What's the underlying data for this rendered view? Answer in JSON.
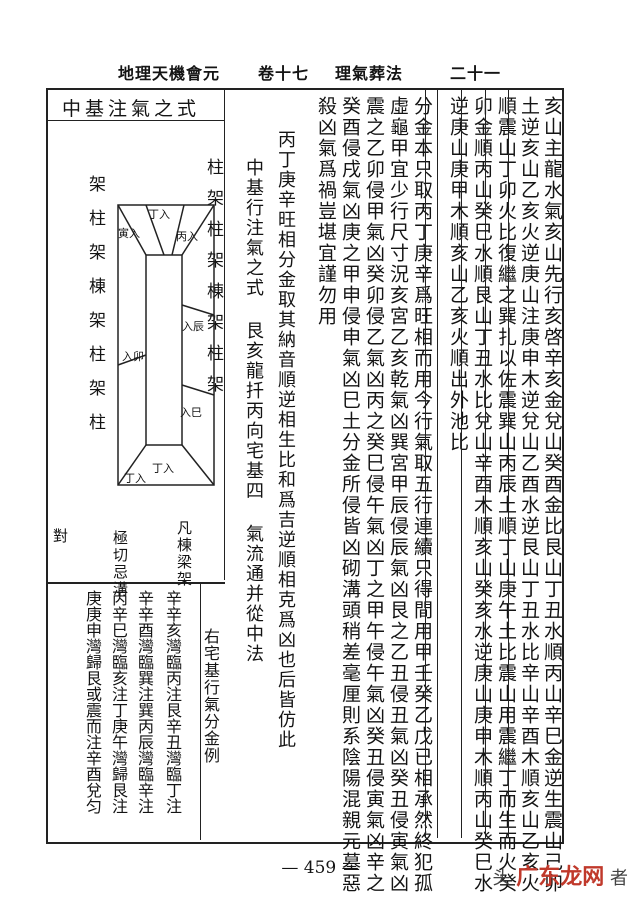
{
  "header": {
    "book_title": "地理天機會元",
    "volume": "卷十七",
    "section": "理氣葬法",
    "page_label": "二十一"
  },
  "main_text": [
    "亥山主龍水氣亥山先行亥啓辛亥金兌山癸酉金比艮山丁丑水順丙山辛巳金逆生震山己卯",
    "土逆亥山乙亥火逆庚山注庚申木逆兌山乙酉水逆艮山丁丑水比辛山辛酉木順亥山乙亥火",
    "順震山丁卯火比復繼之巽扎以佐震巽山丙辰土順丁山庚午土比震山用震繼丁而生而火癸",
    "卯金順丙山癸巳水順艮山丁丑水比兌山辛酉木順亥山癸亥水逆庚山庚申木順丙山癸巳水",
    "逆庚山庚甲木順亥山乙亥火順出外池比",
    "分金本只取丙丁庚辛爲旺相而用今行氣取五行連續只得間用甲壬癸乙戊已相承然終犯孤",
    "虛龜甲宜少行尺寸況亥宮乙亥乾氣凶巽宮甲辰侵辰氣凶艮之乙丑侵丑氣凶癸丑侵寅氣凶",
    "震之乙卯侵甲氣凶癸卯侵乙氣凶丙之癸巳侵午氣凶丁之甲午侵午氣凶癸丑侵寅氣凶辛之",
    "癸酉侵戌氣凶庚之甲申侵申氣凶巳土分金所侵皆凶砌溝頭稍差毫厘則系陰陽混親元墓惡",
    "殺凶氣爲禍豈堪宜謹勿用",
    "丙丁庚辛旺相分金取其納音順逆相生比和爲吉逆順相克爲凶也后皆仿此",
    "中基行注氣之式 艮亥龍扦丙向宅基四 氣流通并從中法"
  ],
  "diagram": {
    "title": "中基注氣之式",
    "columns": [
      "柱架柱架棟架柱架",
      "架柱架棟架柱架柱"
    ],
    "markers": [
      "丁入",
      "丙入",
      "寅入",
      "入卯",
      "入辰",
      "入巳",
      "丁入",
      "丁入"
    ],
    "notes": [
      "凡棟梁架",
      "極切忌溝",
      "對"
    ]
  },
  "example": {
    "heading": "右宅基行氣分金例",
    "lines": [
      "辛辛亥灣臨丙注艮辛丑灣臨丁注",
      "辛辛酉灣臨巽注巽丙辰灣臨辛注",
      "丙辛巳灣臨亥注丁庚午灣歸艮注",
      "庚庚申灣歸艮或震而注辛酉兌匀"
    ]
  },
  "footer": {
    "page_number": "— 459 —"
  },
  "watermark": {
    "prefix": "头",
    "brand": "广东龙网",
    "suffix": "者"
  }
}
